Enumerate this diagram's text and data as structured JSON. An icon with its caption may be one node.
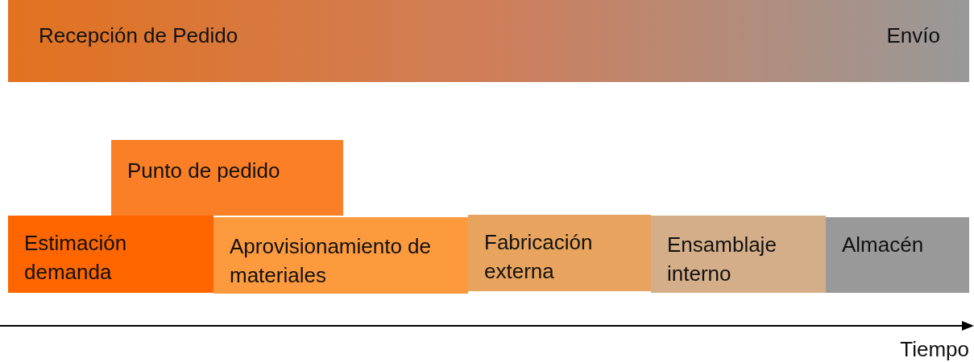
{
  "diagram": {
    "nodes": [
      {
        "text": [
          "Recepción de Pedido",
          "Envío"
        ]
      },
      {
        "text": [
          "Punto de pedido"
        ]
      },
      {
        "text": [
          "Estimación demanda"
        ]
      },
      {
        "text": [
          "Aprovisionamiento de materiales"
        ]
      },
      {
        "text": [
          "Fabricación externa"
        ]
      },
      {
        "text": [
          "Ensamblaje interno"
        ]
      },
      {
        "text": [
          "Almacén"
        ]
      }
    ],
    "labels": [
      "Tiempo"
    ]
  }
}
